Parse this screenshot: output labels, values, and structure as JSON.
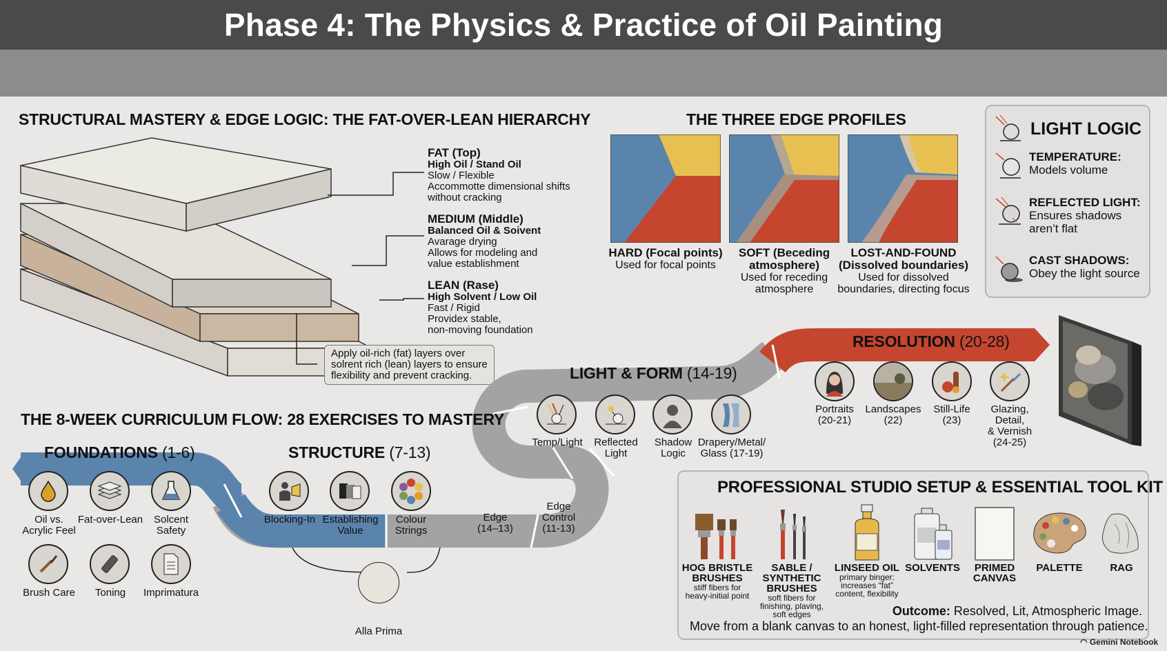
{
  "header": {
    "title": "Phase 4: The Physics & Practice of Oil Painting"
  },
  "fat_lean": {
    "title": "STRUCTURAL MASTERY & EDGE LOGIC: THE FAT-OVER-LEAN HIERARCHY",
    "fat": {
      "heading": "FAT (Top)",
      "sub": "High Oil / Stand Oil",
      "lines": [
        "Slow / Flexible",
        "Accommotte dimensional shifts",
        "without cracking"
      ]
    },
    "medium": {
      "heading": "MEDIUM (Middle)",
      "sub": "Balanced Oil & Soivent",
      "lines": [
        "Avarage drying",
        "Allows for modeling and",
        "value establishment"
      ]
    },
    "lean": {
      "heading": "LEAN (Rase)",
      "sub": "High Solvent / Low Oil",
      "lines": [
        "Fast / Rigid",
        "Providex stable,",
        "non-moving foundation"
      ]
    },
    "note": [
      "Apply oil-rich (fat) layers over",
      "solrent rich (lean) layers to ensure",
      "flexibility and prevent cracking."
    ]
  },
  "edges": {
    "title": "THE THREE EDGE PROFILES",
    "items": [
      {
        "name": "HARD (Focal points)",
        "name2": "",
        "desc": [
          "Used for focal points"
        ]
      },
      {
        "name": "SOFT (Beceding",
        "name2": "atmosphere)",
        "desc": [
          "Used for receding",
          "atmosphere"
        ]
      },
      {
        "name": "LOST-AND-FOUND",
        "name2": "(Dissolved boundaries)",
        "desc": [
          "Used for dissolved",
          "boundaries, directing focus"
        ]
      }
    ]
  },
  "light_logic": {
    "title": "LIGHT LOGIC",
    "items": [
      {
        "head": "TEMPERATURE:",
        "lines": [
          "Models volume"
        ]
      },
      {
        "head": "REFLECTED LIGHT:",
        "lines": [
          "Ensures shadows",
          "aren’t flat"
        ]
      },
      {
        "head": "CAST SHADOWS:",
        "lines": [
          "Obey the light source"
        ]
      }
    ]
  },
  "curriculum": {
    "title": "THE 8-WEEK CURRICULUM FLOW: 28 EXERCISES TO MASTERY",
    "foundations": {
      "label": "FOUNDATIONS",
      "range": "(1-6)",
      "items": [
        [
          "Oil vs.",
          "Acrylic Feel"
        ],
        [
          "Fat-over-Lean"
        ],
        [
          "Solcent",
          "Safety"
        ],
        [
          "Brush Care"
        ],
        [
          "Toning"
        ],
        [
          "Imprimatura"
        ]
      ]
    },
    "structure": {
      "label": "STRUCTURE",
      "range": "(7-13)",
      "items": [
        [
          "Blocking-In"
        ],
        [
          "Establishing",
          "Value"
        ],
        [
          "Colour",
          "Strings"
        ]
      ]
    },
    "edge_a": [
      "Edge",
      "(14–13)"
    ],
    "edge_b": [
      "Edge",
      "Control",
      "(11-13)"
    ],
    "alla_prima": "Alla Prima",
    "light_form": {
      "label": "LIGHT & FORM",
      "range": "(14-19)",
      "items": [
        [
          "Temp/Light"
        ],
        [
          "Reflected",
          "Light"
        ],
        [
          "Shadow",
          "Logic"
        ],
        [
          "Drapery/Metal/",
          "Glass (17-19)"
        ]
      ]
    },
    "resolution": {
      "label": "RESOLUTION",
      "range": "(20-28)",
      "items": [
        [
          "Portraits",
          "(20-21)"
        ],
        [
          "Landscapes",
          "(22)"
        ],
        [
          "Still-Life",
          "(23)"
        ],
        [
          "Glazing,",
          "Detail,",
          "& Vernish",
          "(24-25)"
        ]
      ]
    }
  },
  "studio": {
    "title": "PROFESSIONAL STUDIO SETUP & ESSENTIAL TOOL KIT",
    "tools": [
      {
        "name": [
          "HOG BRISTLE",
          "BRUSHES"
        ],
        "desc": [
          "stiff fibers for",
          "heavy-initial point"
        ]
      },
      {
        "name": [
          "SABLE /",
          "SYNTHETIC",
          "BRUSHES"
        ],
        "desc": [
          "soft fibers for",
          "finishing, plaving,",
          "soft edges"
        ]
      },
      {
        "name": [
          "LINSEED OIL"
        ],
        "desc": [
          "primary binger:",
          "increases “fat”",
          "content, flexibility"
        ]
      },
      {
        "name": [
          "SOLVENTS"
        ],
        "desc": []
      },
      {
        "name": [
          "PRIMED",
          "CANVAS"
        ],
        "desc": []
      },
      {
        "name": [
          "PALETTE"
        ],
        "desc": []
      },
      {
        "name": [
          "RAG"
        ],
        "desc": []
      }
    ],
    "outcome_label": "Outcome:",
    "outcome_text": " Resolved, Lit, Atmospheric Image.",
    "outcome_line2": "Move from a blank canvas to an honest, light-filled representation through patience."
  },
  "watermark": "Gemini Notebook",
  "colors": {
    "blue": "#5b84ad",
    "yellow": "#e8c052",
    "red": "#c6452f",
    "gray_path": "#a3a3a3",
    "dark_header": "#4a4a4a"
  }
}
